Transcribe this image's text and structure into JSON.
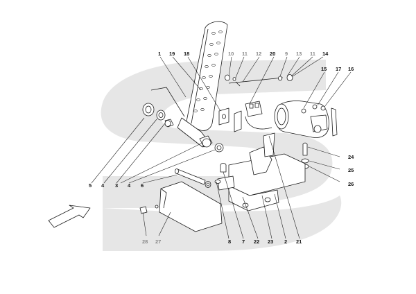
{
  "diagram": {
    "part_labels": [
      {
        "id": "1",
        "text": "1",
        "shade": "dark"
      },
      {
        "id": "19",
        "text": "19",
        "shade": "dark"
      },
      {
        "id": "18",
        "text": "18",
        "shade": "dark"
      },
      {
        "id": "10",
        "text": "10",
        "shade": "dim"
      },
      {
        "id": "11a",
        "text": "11",
        "shade": "dim"
      },
      {
        "id": "12",
        "text": "12",
        "shade": "dim"
      },
      {
        "id": "20",
        "text": "20",
        "shade": "dark"
      },
      {
        "id": "9",
        "text": "9",
        "shade": "dim"
      },
      {
        "id": "13",
        "text": "13",
        "shade": "dim"
      },
      {
        "id": "11b",
        "text": "11",
        "shade": "dim"
      },
      {
        "id": "14",
        "text": "14",
        "shade": "dark"
      },
      {
        "id": "15",
        "text": "15",
        "shade": "dark"
      },
      {
        "id": "17",
        "text": "17",
        "shade": "dark"
      },
      {
        "id": "16",
        "text": "16",
        "shade": "dark"
      },
      {
        "id": "24",
        "text": "24",
        "shade": "dark"
      },
      {
        "id": "25",
        "text": "25",
        "shade": "dark"
      },
      {
        "id": "26",
        "text": "26",
        "shade": "dark"
      },
      {
        "id": "5",
        "text": "5",
        "shade": "dark"
      },
      {
        "id": "4a",
        "text": "4",
        "shade": "dark"
      },
      {
        "id": "3",
        "text": "3",
        "shade": "dark"
      },
      {
        "id": "4b",
        "text": "4",
        "shade": "dark"
      },
      {
        "id": "6",
        "text": "6",
        "shade": "dark"
      },
      {
        "id": "28",
        "text": "28",
        "shade": "dim"
      },
      {
        "id": "27",
        "text": "27",
        "shade": "dim"
      },
      {
        "id": "8",
        "text": "8",
        "shade": "dark"
      },
      {
        "id": "7",
        "text": "7",
        "shade": "dark"
      },
      {
        "id": "22",
        "text": "22",
        "shade": "dark"
      },
      {
        "id": "23",
        "text": "23",
        "shade": "dark"
      },
      {
        "id": "2",
        "text": "2",
        "shade": "dark"
      },
      {
        "id": "21",
        "text": "21",
        "shade": "dark"
      }
    ],
    "watermark_colour": "#e6e6e6",
    "line_colour": "#1a1a1a"
  }
}
